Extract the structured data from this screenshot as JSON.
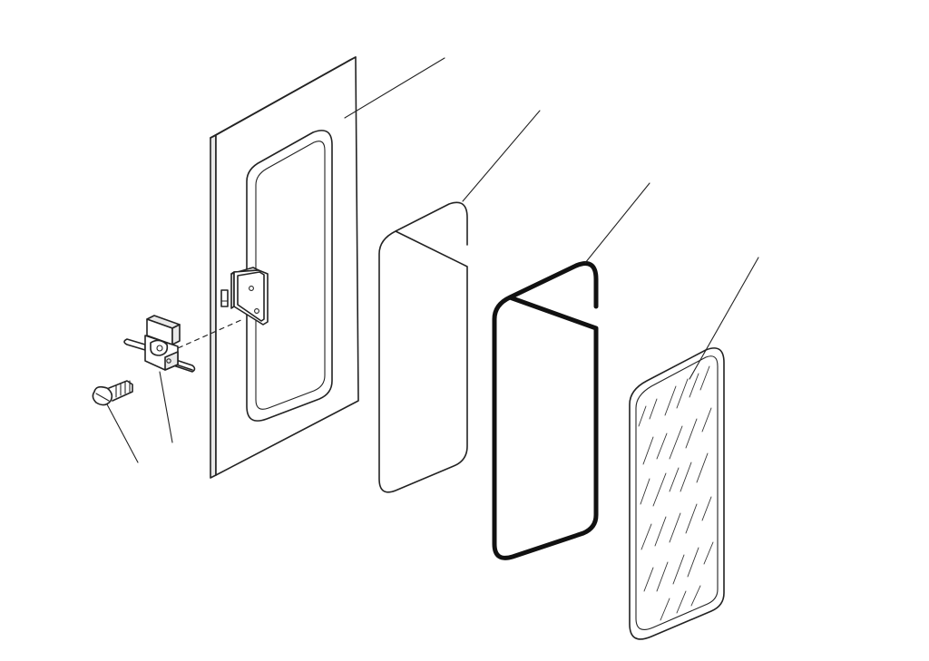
{
  "diagram": {
    "type": "exploded-view",
    "parts": [
      {
        "id": "door-panel"
      },
      {
        "id": "latch-assembly"
      },
      {
        "id": "screw"
      },
      {
        "id": "inner-gasket"
      },
      {
        "id": "rubber-seal"
      },
      {
        "id": "window-glass"
      }
    ],
    "colors": {
      "line": "#222222",
      "background": "#ffffff",
      "panel-edge": "#e9e9e9"
    }
  }
}
